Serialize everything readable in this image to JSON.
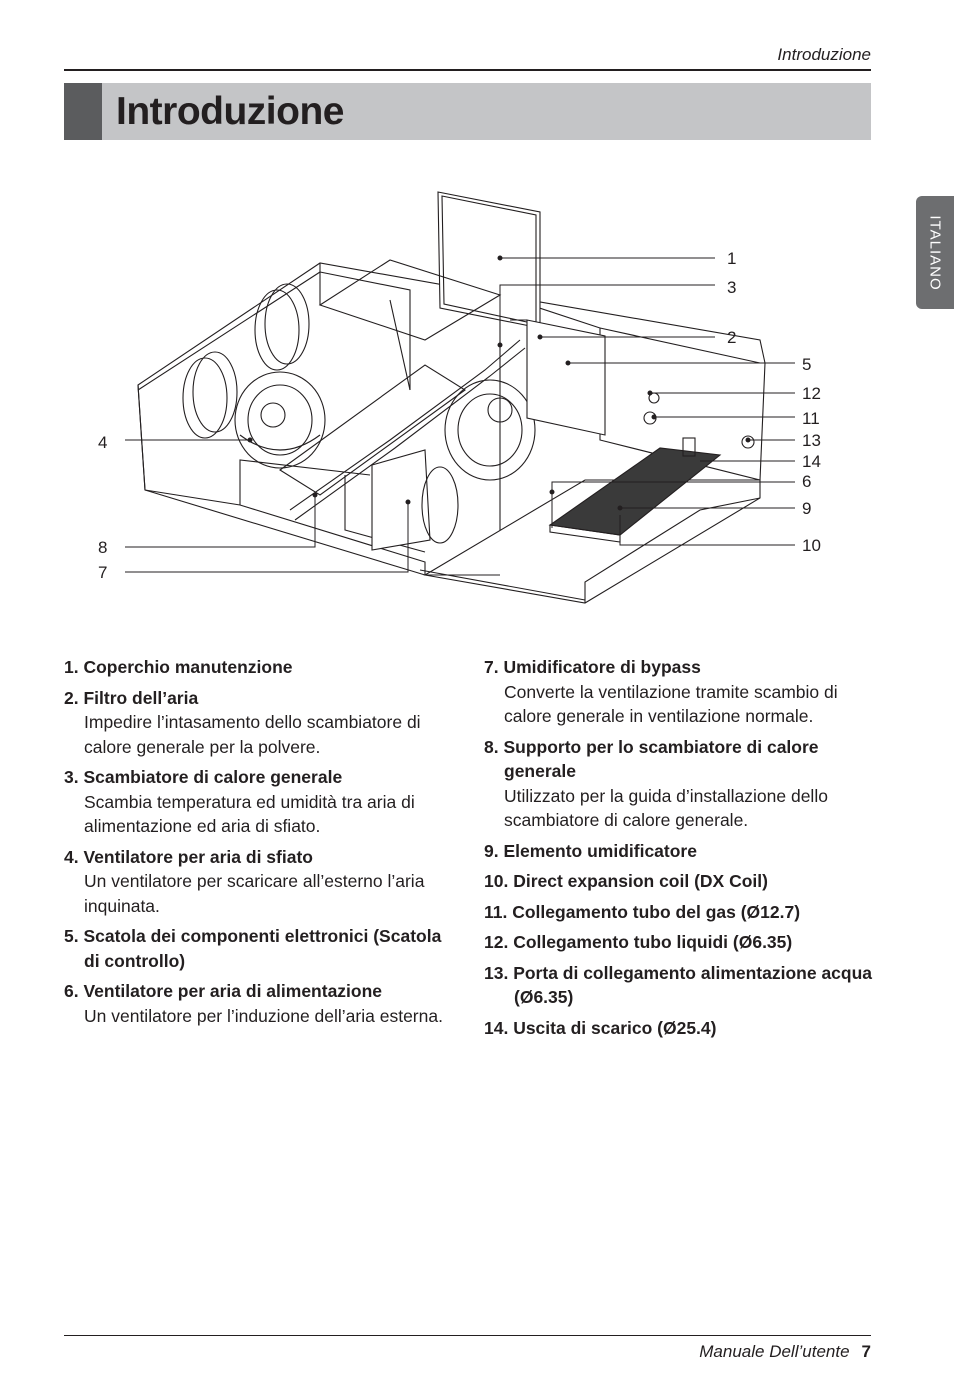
{
  "header": {
    "running_title": "Introduzione"
  },
  "title": "Introduzione",
  "language_tab": "ITALIANO",
  "figure": {
    "callouts": [
      "1",
      "3",
      "2",
      "5",
      "12",
      "11",
      "13",
      "14",
      "6",
      "9",
      "10",
      "4",
      "8",
      "7"
    ]
  },
  "items_left": [
    {
      "heading": "1. Coperchio manutenzione",
      "desc": ""
    },
    {
      "heading": "2. Filtro dell’aria",
      "desc": "Impedire l’intasamento dello scambiatore di calore generale per la polvere."
    },
    {
      "heading": "3. Scambiatore di calore generale",
      "desc": "Scambia temperatura ed umidità tra aria di alimentazione ed aria di sfiato."
    },
    {
      "heading": "4. Ventilatore per aria di sfiato",
      "desc": "Un ventilatore per scaricare all’esterno l’aria inquinata."
    },
    {
      "heading": "5. Scatola dei componenti elettronici (Scatola di controllo)",
      "desc": ""
    },
    {
      "heading": "6. Ventilatore per aria di alimentazione",
      "desc": "Un ventilatore per l’induzione dell’aria esterna."
    }
  ],
  "items_right": [
    {
      "heading": "7. Umidificatore di bypass",
      "desc": "Converte la ventilazione tramite scambio di calore generale in ventilazione normale."
    },
    {
      "heading": "8. Supporto per lo scambiatore di calore generale",
      "desc": "Utilizzato per la guida d’installazione dello scambiatore di calore generale."
    },
    {
      "heading": "9. Elemento umidificatore",
      "desc": ""
    },
    {
      "heading": "10. Direct expansion coil (DX Coil)",
      "desc": ""
    },
    {
      "heading": "11. Collegamento tubo del gas (Ø12.7)",
      "desc": ""
    },
    {
      "heading": "12. Collegamento tubo liquidi (Ø6.35)",
      "desc": ""
    },
    {
      "heading": "13. Porta di collegamento alimentazione acqua (Ø6.35)",
      "desc": ""
    },
    {
      "heading": "14. Uscita di scarico (Ø25.4)",
      "desc": ""
    }
  ],
  "footer": {
    "manual_label": "Manuale Dell’utente",
    "page_number": "7"
  }
}
